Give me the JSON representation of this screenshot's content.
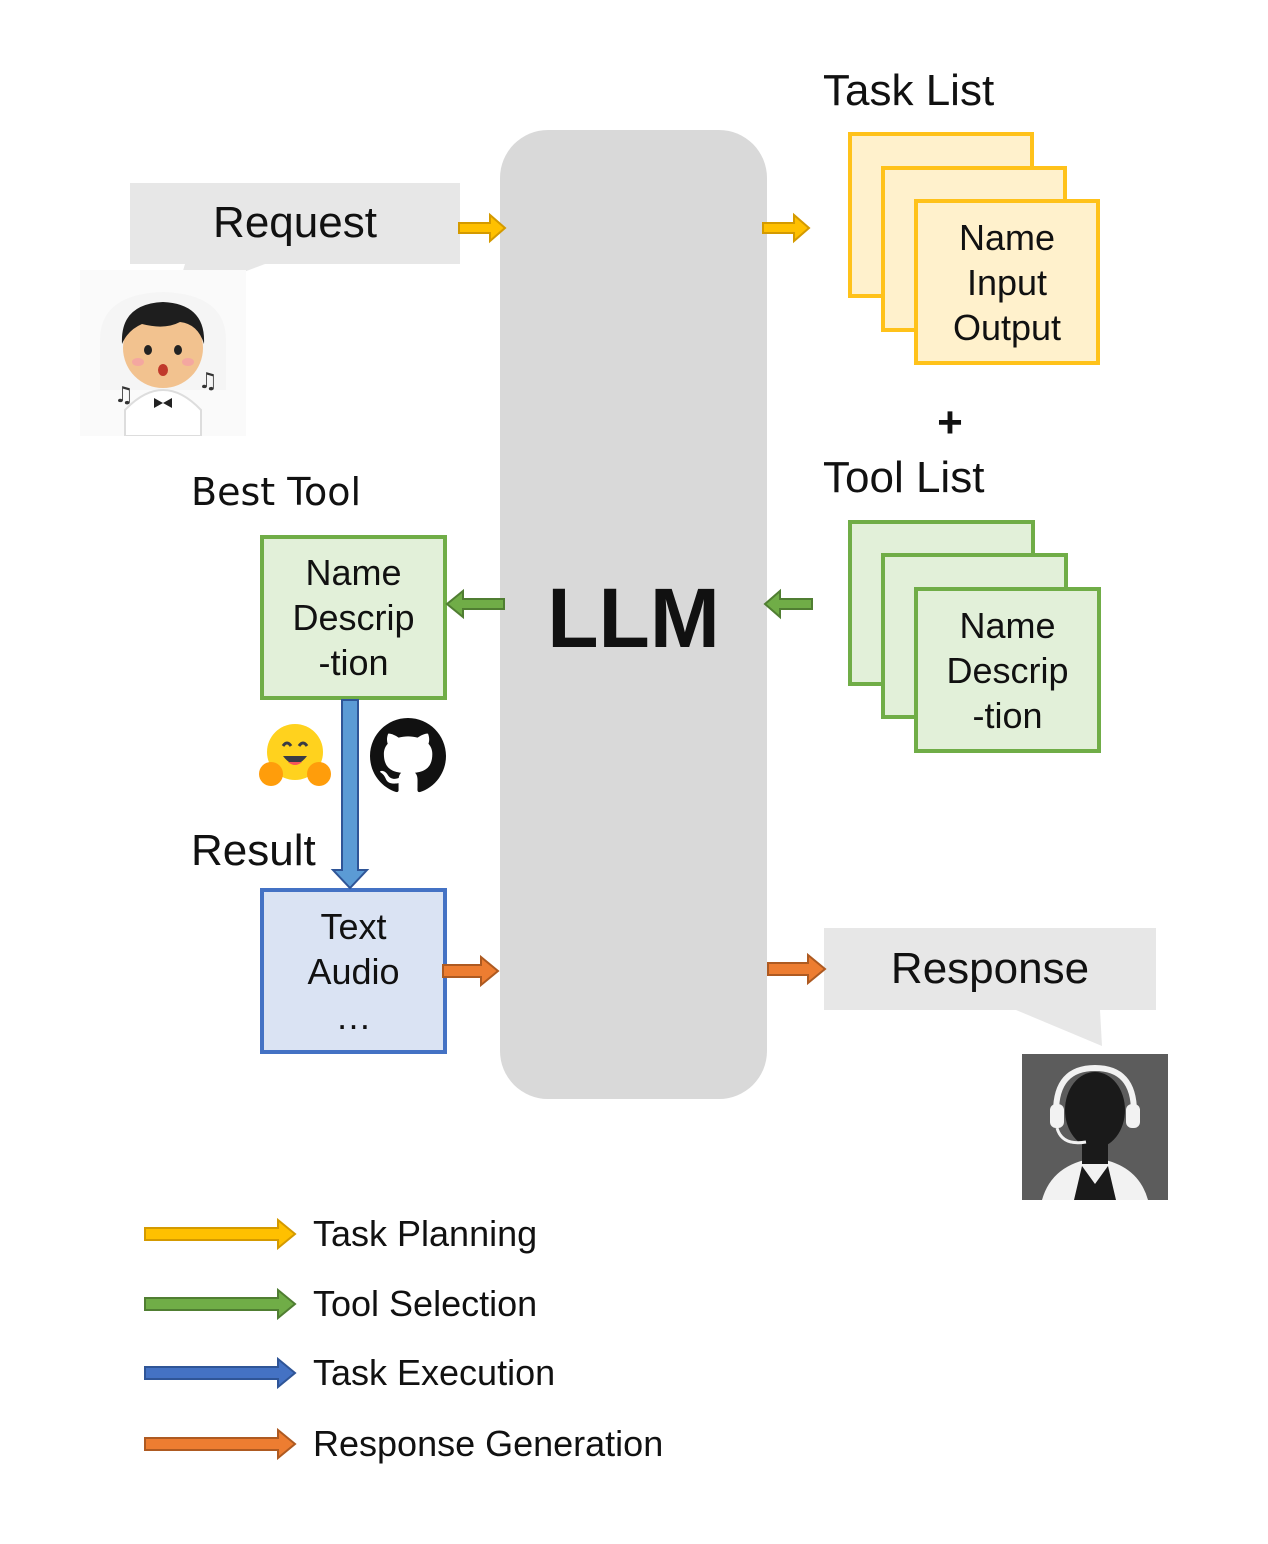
{
  "llm_label": "LLM",
  "request": {
    "label": "Request"
  },
  "task_list": {
    "title": "Task List",
    "fields": [
      "Name",
      "Input",
      "Output"
    ]
  },
  "plus": "+",
  "tool_list": {
    "title": "Tool List",
    "fields": [
      "Name",
      "Descrip",
      "-tion"
    ]
  },
  "best_tool": {
    "title": "Best Tool",
    "fields": [
      "Name",
      "Descrip",
      "-tion"
    ]
  },
  "result": {
    "title": "Result",
    "fields": [
      "Text",
      "Audio",
      "…"
    ]
  },
  "response": {
    "label": "Response"
  },
  "legend": [
    {
      "label": "Task Planning",
      "color": "#ffc000"
    },
    {
      "label": "Tool Selection",
      "color": "#70ad47"
    },
    {
      "label": "Task Execution",
      "color": "#4472c4"
    },
    {
      "label": "Response Generation",
      "color": "#ed7d31"
    }
  ],
  "colors": {
    "planning": "#ffc000",
    "selection": "#70ad47",
    "execution": "#4472c4",
    "generation": "#ed7d31",
    "llm_fill": "#d9d9d9",
    "bubble_fill": "#e7e7e7"
  },
  "icons": {
    "user": "singing-boy-avatar",
    "agent": "headset-agent-avatar",
    "huggingface": "hugging-face-emoji-icon",
    "github": "github-icon"
  }
}
